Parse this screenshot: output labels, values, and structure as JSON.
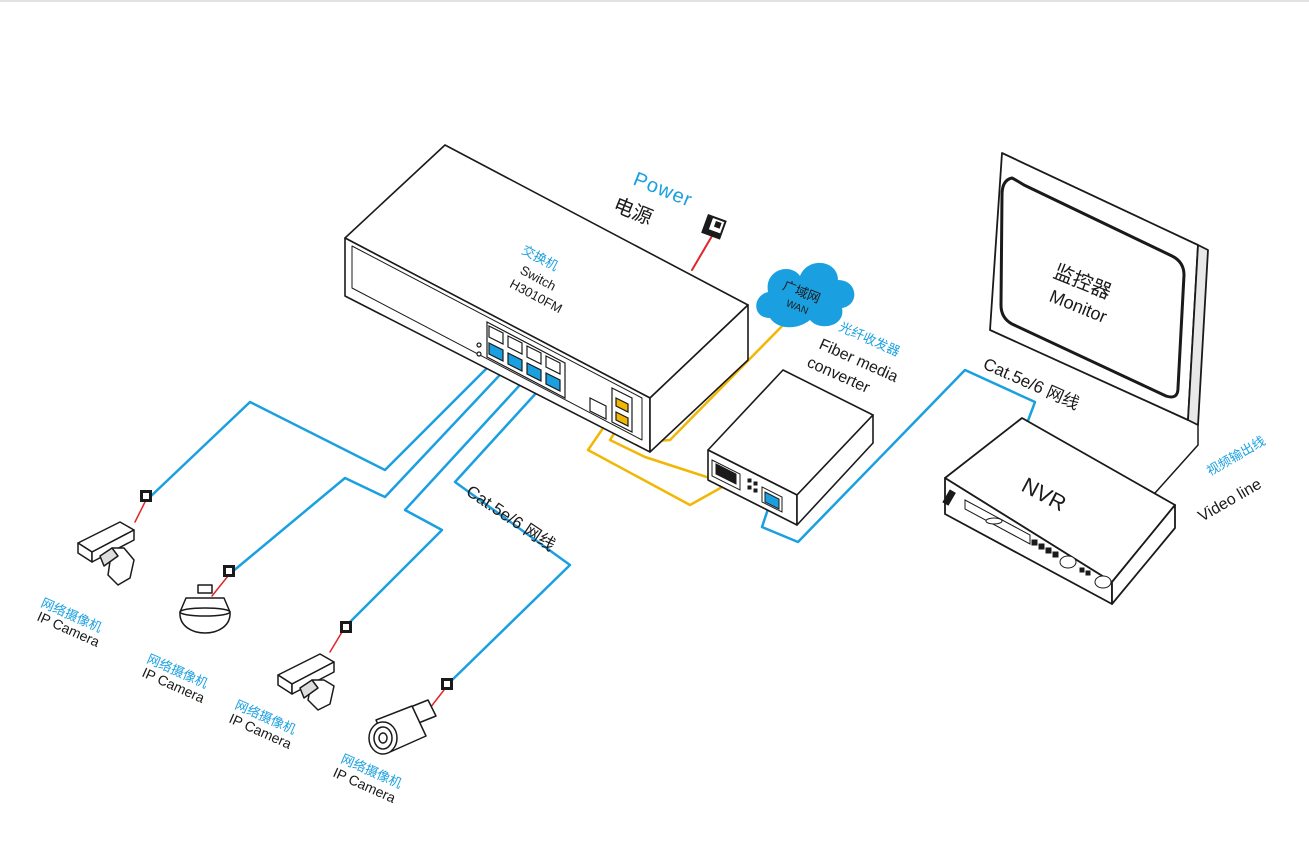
{
  "colors": {
    "ethernet_cable": "#1aa0e0",
    "fiber_cable": "#f2b705",
    "power_cable": "#e0262b",
    "outline": "#1a1a1a",
    "accent_text": "#1aa0e0"
  },
  "switch": {
    "name_cn": "交换机",
    "name_en": "Switch",
    "model": "H3010FM"
  },
  "power": {
    "label_en": "Power",
    "label_cn": "电源"
  },
  "wan": {
    "label_cn": "广域网",
    "label_en": "WAN"
  },
  "fiber_converter": {
    "label_cn": "光纤收发器",
    "label_en_line1": "Fiber media",
    "label_en_line2": "converter"
  },
  "monitor": {
    "label_cn": "监控器",
    "label_en": "Monitor"
  },
  "nvr": {
    "label": "NVR"
  },
  "cable_labels": {
    "nvr_link": "Cat.5e/6 网线",
    "camera_link": "Cat.5e/6 网线"
  },
  "video_line": {
    "label_cn": "视频输出线",
    "label_en": "Video line"
  },
  "cameras": [
    {
      "label_cn": "网络摄像机",
      "label_en": "IP Camera",
      "icon": "box-camera-icon"
    },
    {
      "label_cn": "网络摄像机",
      "label_en": "IP Camera",
      "icon": "dome-camera-icon"
    },
    {
      "label_cn": "网络摄像机",
      "label_en": "IP Camera",
      "icon": "box-camera-icon"
    },
    {
      "label_cn": "网络摄像机",
      "label_en": "IP Camera",
      "icon": "bullet-camera-icon"
    }
  ]
}
